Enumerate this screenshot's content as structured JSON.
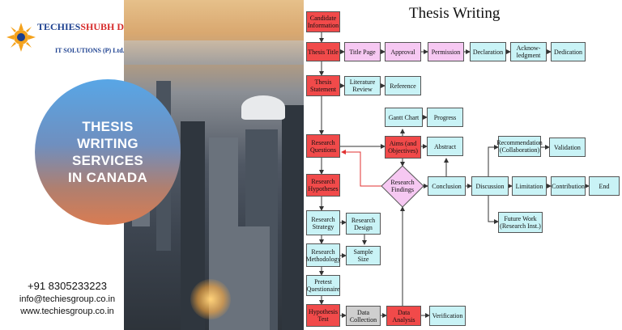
{
  "brand": {
    "name_part1": "TECHIES",
    "name_part2": "SHUBH DEEP",
    "subtitle": "IT  SOLUTIONS (P) Ltd."
  },
  "banner": {
    "line1": "THESIS",
    "line2": "WRITING",
    "line3": "SERVICES",
    "line4": "IN CANADA"
  },
  "contact": {
    "phone": "+91 8305233223",
    "email": "info@techiesgroup.co.in",
    "website": "www.techiesgroup.co.in"
  },
  "diagram": {
    "title": "Thesis Writing",
    "nodes": {
      "candidate_information": "Candidate Information",
      "thesis_title": "Thesis Title",
      "title_page": "Title Page",
      "approval": "Approval",
      "permission": "Permission",
      "declaration": "Declaration",
      "acknowledgement": "Acknow-ledgment",
      "dedication": "Dedication",
      "thesis_statement": "Thesis Statement",
      "literature_review": "Literature Review",
      "reference": "Reference",
      "gantt_chart": "Gantt Chart",
      "progress": "Progress",
      "research_questions": "Research Questions",
      "aims_objectives": "Aims (and Objectives)",
      "abstract": "Abstract",
      "recommendation": "Recommendation (Collaboration)",
      "validation": "Validation",
      "research_hypotheses": "Research Hypotheses",
      "research_findings": "Research Findings",
      "conclusion": "Conclusion",
      "discussion": "Discussion",
      "limitation": "Limitation",
      "contribution": "Contribution",
      "end": "End",
      "research_strategy": "Research Strategy",
      "research_design": "Research Design",
      "future_work": "Future Work (Research Inst.)",
      "research_methodology": "Research Methodology",
      "sample_size": "Sample Size",
      "pretest_questionnaire": "Pretest Questionaire",
      "hypothesis_test": "Hypothesis Test",
      "data_collection": "Data Collection",
      "data_analysis": "Data Analysis",
      "verification": "Verification"
    }
  }
}
